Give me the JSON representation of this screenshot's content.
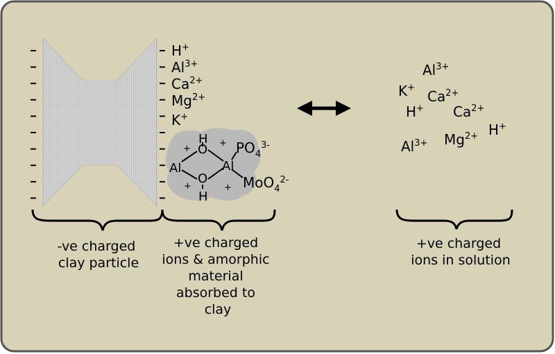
{
  "colors": {
    "background": "#d8d2b6",
    "border": "#555555",
    "particle_fill": "#c9c9c9",
    "amorphic_fill": "#b9b9b9"
  },
  "bound_ions": [
    {
      "symbol": "H",
      "sup": "+"
    },
    {
      "symbol": "Al",
      "sup": "3+"
    },
    {
      "symbol": "Ca",
      "sup": "2+"
    },
    {
      "symbol": "Mg",
      "sup": "2+"
    },
    {
      "symbol": "K",
      "sup": "+"
    }
  ],
  "solution_ions": [
    {
      "symbol": "Al",
      "sup": "3+"
    },
    {
      "symbol": "K",
      "sup": "+"
    },
    {
      "symbol": "Ca",
      "sup": "2+"
    },
    {
      "symbol": "H",
      "sup": "+"
    },
    {
      "symbol": "Ca",
      "sup": "2+"
    },
    {
      "symbol": "H",
      "sup": "+"
    },
    {
      "symbol": "Al",
      "sup": "3+"
    },
    {
      "symbol": "Mg",
      "sup": "2+"
    }
  ],
  "amorphic": {
    "atom_al": "Al",
    "atom_o": "O",
    "atom_h": "H",
    "plus": "+",
    "phosphate": {
      "base": "PO",
      "sub": "4",
      "sup": "3-"
    },
    "molybdate": {
      "base": "MoO",
      "sub": "4",
      "sup": "2-"
    }
  },
  "captions": {
    "clay": [
      "-ve charged",
      "clay particle"
    ],
    "absorbed": [
      "+ve charged",
      "ions & amorphic",
      "material",
      "absorbed to",
      "clay"
    ],
    "solution": [
      "+ve charged",
      "ions in solution"
    ]
  }
}
